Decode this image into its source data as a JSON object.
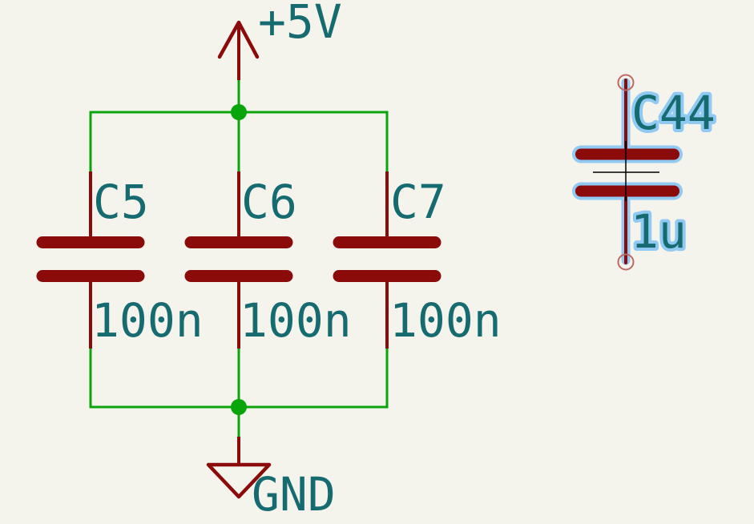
{
  "colors": {
    "background": "#F4F3EC",
    "wire": "#0AA50A",
    "symbol": "#8B0A0A",
    "text": "#156B70",
    "selection": "#90C9F2",
    "pinend": "#BE6A62",
    "crosshair": "#000000"
  },
  "schematic": {
    "power_net": {
      "label": "+5V"
    },
    "ground_net": {
      "label": "GND"
    },
    "capacitors": [
      {
        "reference": "C5",
        "value": "100n"
      },
      {
        "reference": "C6",
        "value": "100n"
      },
      {
        "reference": "C7",
        "value": "100n"
      }
    ],
    "selected_component": {
      "reference": "C44",
      "value": "1u"
    }
  }
}
